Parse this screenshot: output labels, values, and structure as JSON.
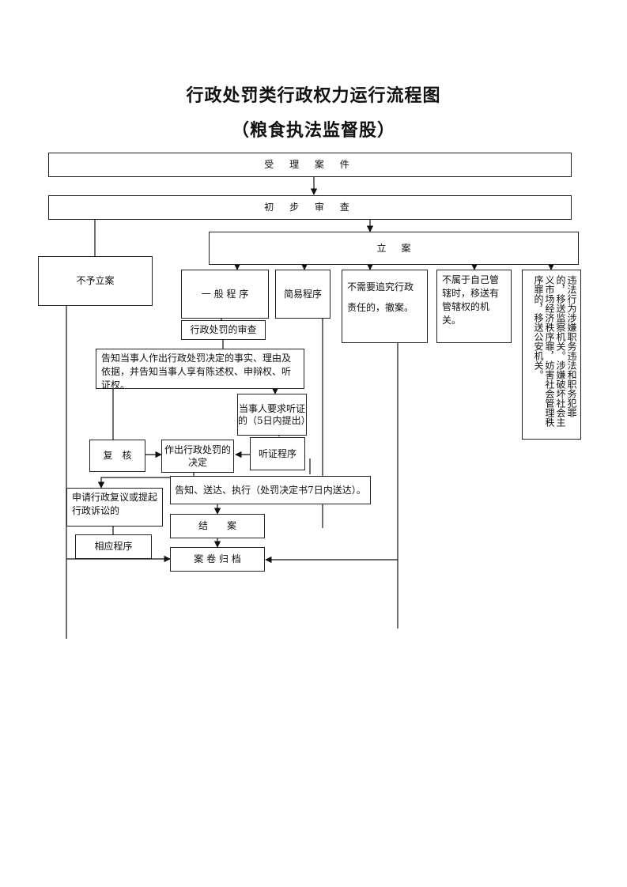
{
  "title": "行政处罚类行政权力运行流程图",
  "subtitle": "（粮食执法监督股）",
  "nodes": {
    "accept_case": "受 理 案 件",
    "preliminary_review": "初 步 审 查",
    "no_filing": "不予立案",
    "file_case": "立     案",
    "general_procedure": "一 般 程 序",
    "simple_procedure": "简易程序",
    "no_liability": "不需要追究行政责任的，撤案。",
    "not_jurisdiction": "不属于自己管辖时，移送有管辖权的机关。",
    "criminal_transfer": "违法行为涉嫌职务违法和职务犯罪的，移送监察机关。涉嫌破坏社会主义市场经济秩序罪，妨害社会管理秩序罪的，移送公安机关。",
    "penalty_review": "行政处罚的审查",
    "notify_party": "告知当事人作出行政处罚决定的事实、理由及依据，并告知当事人享有陈述权、申辩权、听证权。",
    "hearing_request": "当事人要求听证的（5日内提出）",
    "hearing_procedure": "听证程序",
    "recheck": "复　核",
    "make_decision": "作出行政处罚的决定",
    "notify_deliver_execute": "告知、送达、执行（处罚决定书7日内送达）。",
    "reconsideration": "申请行政复议或提起行政诉讼的",
    "close_case": "结　　案",
    "corresponding_procedure": "相应程序",
    "archive": "案 卷 归 档"
  }
}
